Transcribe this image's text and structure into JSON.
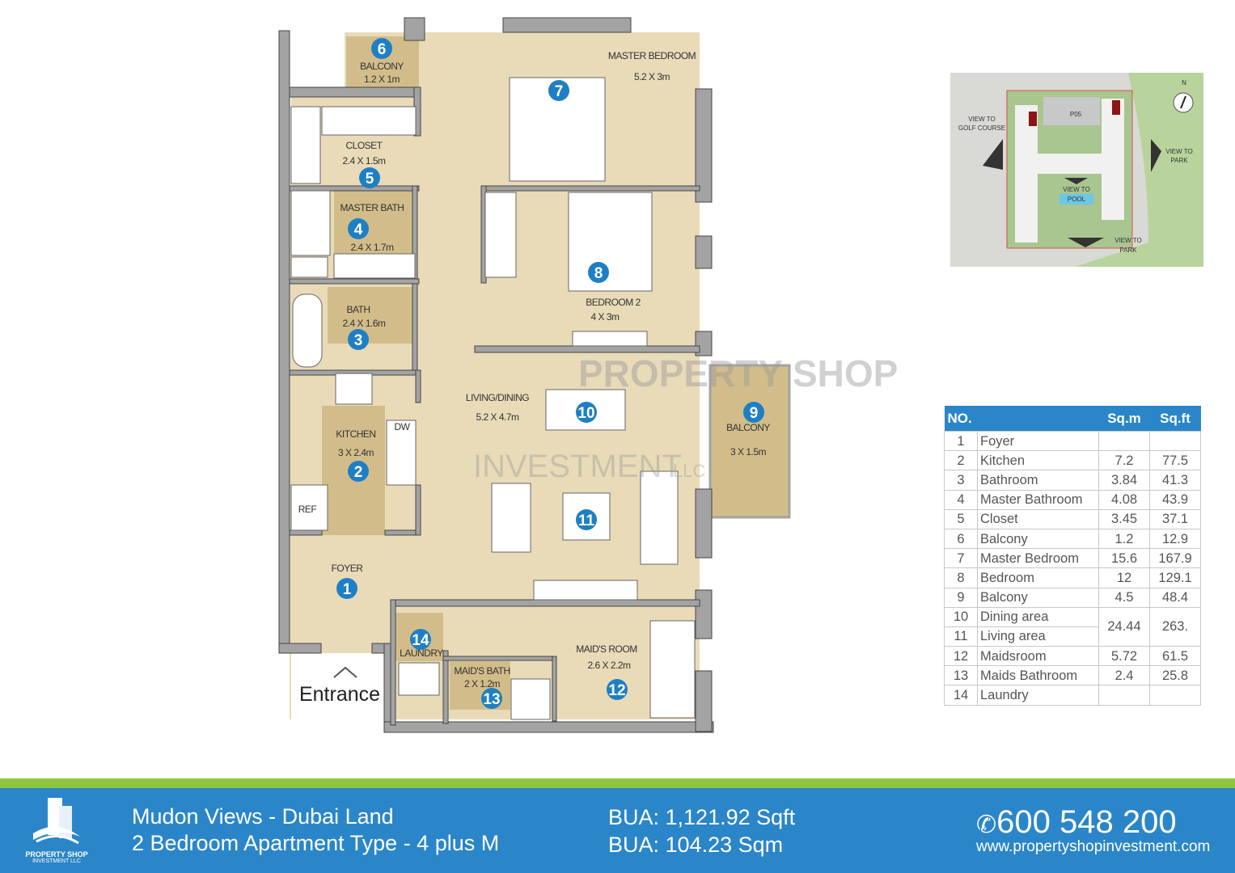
{
  "watermark": {
    "line1": "PROPERTY SHOP",
    "line2": "INVESTMENT",
    "line3": "LLC"
  },
  "rooms": {
    "master_bedroom": {
      "name": "MASTER BEDROOM",
      "dims": "5.2 X 3m",
      "no": "7"
    },
    "balcony_small": {
      "name": "BALCONY",
      "dims": "1.2 X 1m",
      "no": "6"
    },
    "closet": {
      "name": "CLOSET",
      "dims": "2.4 X 1.5m",
      "no": "5"
    },
    "master_bath": {
      "name": "MASTER BATH",
      "dims": "2.4 X 1.7m",
      "no": "4"
    },
    "bath": {
      "name": "BATH",
      "dims": "2.4 X 1.6m",
      "no": "3"
    },
    "bedroom2": {
      "name": "BEDROOM 2",
      "dims": "4 X 3m",
      "no": "8"
    },
    "kitchen": {
      "name": "KITCHEN",
      "dims": "3 X 2.4m",
      "no": "2",
      "dw": "DW",
      "ref": "REF"
    },
    "living": {
      "name": "LIVING/DINING",
      "dims": "5.2 X 4.7m",
      "no_dining": "10",
      "no_living": "11"
    },
    "balcony": {
      "name": "BALCONY",
      "dims": "3 X 1.5m",
      "no": "9"
    },
    "foyer": {
      "name": "FOYER",
      "no": "1"
    },
    "laundry": {
      "name": "LAUNDRY",
      "no": "14"
    },
    "maids_bath": {
      "name": "MAID'S BATH",
      "dims": "2 X 1.2m",
      "no": "13"
    },
    "maids_room": {
      "name": "MAID'S ROOM",
      "dims": "2.6 X 2.2m",
      "no": "12"
    },
    "entrance": "Entrance"
  },
  "key_plan": {
    "north": "N",
    "building": "P05",
    "view_golf": [
      "VIEW TO",
      "GOLF COURSE"
    ],
    "view_park_right": [
      "VIEW TO",
      "PARK"
    ],
    "view_pool": [
      "VIEW TO",
      "POOL"
    ],
    "view_park_bottom": [
      "VIEW TO",
      "PARK"
    ]
  },
  "table": {
    "headers": {
      "no": "NO.",
      "sqm": "Sq.m",
      "sqft": "Sq.ft"
    },
    "rows": [
      {
        "no": "1",
        "name": "Foyer",
        "sqm": "",
        "sqft": ""
      },
      {
        "no": "2",
        "name": "Kitchen",
        "sqm": "7.2",
        "sqft": "77.5"
      },
      {
        "no": "3",
        "name": "Bathroom",
        "sqm": "3.84",
        "sqft": "41.3"
      },
      {
        "no": "4",
        "name": "Master Bathroom",
        "sqm": "4.08",
        "sqft": "43.9"
      },
      {
        "no": "5",
        "name": "Closet",
        "sqm": "3.45",
        "sqft": "37.1"
      },
      {
        "no": "6",
        "name": "Balcony",
        "sqm": "1.2",
        "sqft": "12.9"
      },
      {
        "no": "7",
        "name": "Master Bedroom",
        "sqm": "15.6",
        "sqft": "167.9"
      },
      {
        "no": "8",
        "name": "Bedroom",
        "sqm": "12",
        "sqft": "129.1"
      },
      {
        "no": "9",
        "name": "Balcony",
        "sqm": "4.5",
        "sqft": "48.4"
      },
      {
        "no": "10",
        "name": "Dining area",
        "sqm": "24.44",
        "sqft": "263."
      },
      {
        "no": "11",
        "name": "Living area",
        "sqm": "",
        "sqft": ""
      },
      {
        "no": "12",
        "name": "Maidsroom",
        "sqm": "5.72",
        "sqft": "61.5"
      },
      {
        "no": "13",
        "name": "Maids Bathroom",
        "sqm": "2.4",
        "sqft": "25.8"
      },
      {
        "no": "14",
        "name": "Laundry",
        "sqm": "",
        "sqft": ""
      }
    ]
  },
  "footer": {
    "logo_line1": "PROPERTY SHOP",
    "logo_line2": "INVESTMENT LLC",
    "project": "Mudon Views - Dubai Land",
    "unit_type": "2 Bedroom Apartment Type - 4 plus M",
    "bua_sqft": "BUA: 1,121.92 Sqft",
    "bua_sqm": "BUA: 104.23 Sqm",
    "phone": "600 548 200",
    "website": "www.propertyshopinvestment.com"
  },
  "colors": {
    "accent_blue": "#2a86c8",
    "green": "#8cc63f",
    "floor": "#e9dbb8",
    "wet": "#d2bd8a",
    "wall": "#a3a3a3"
  }
}
